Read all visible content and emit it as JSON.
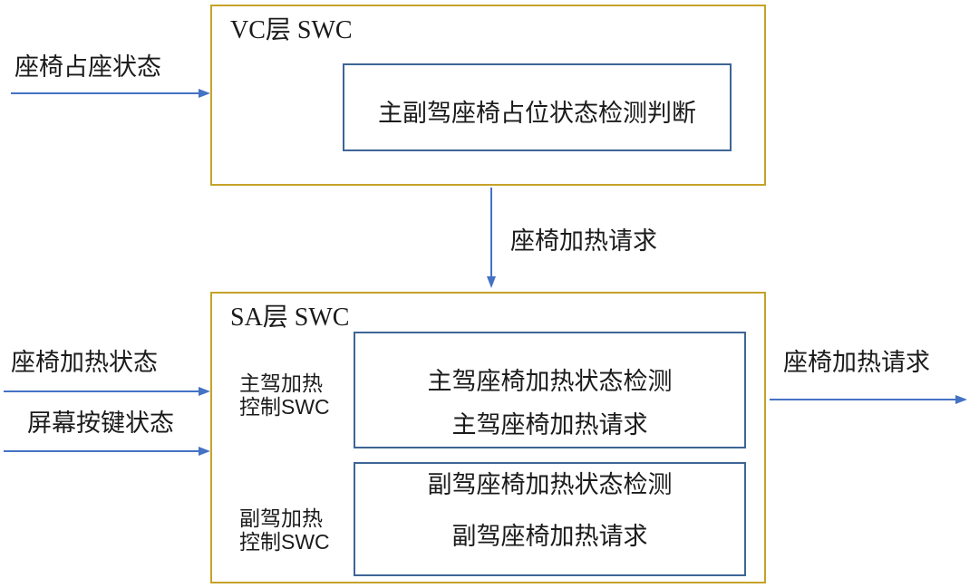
{
  "vc_box": {
    "title": "VC层 SWC",
    "inner_box": {
      "label": "主副驾座椅占位状态检测判断"
    }
  },
  "sa_box": {
    "title": "SA层 SWC",
    "driver_group": {
      "label_line1": "主驾加热",
      "label_line2": "控制SWC",
      "inner_box": {
        "line1": "主驾座椅加热状态检测",
        "line2": "主驾座椅加热请求"
      }
    },
    "passenger_group": {
      "label_line1": "副驾加热",
      "label_line2": "控制SWC",
      "inner_box": {
        "line1": "副驾座椅加热状态检测",
        "line2": "副驾座椅加热请求"
      }
    }
  },
  "arrows": {
    "seat_occupancy_in": {
      "label": "座椅占座状态",
      "direction": "right"
    },
    "seat_heating_request_mid": {
      "label": "座椅加热请求",
      "direction": "down"
    },
    "seat_heating_status_in": {
      "label": "座椅加热状态",
      "direction": "right"
    },
    "screen_button_status_in": {
      "label": "屏幕按键状态",
      "direction": "right"
    },
    "seat_heating_request_out": {
      "label": "座椅加热请求",
      "direction": "right"
    }
  },
  "colors": {
    "outer_border": "#C6A229",
    "inner_border": "#3E6596",
    "arrow": "#4472C4",
    "text": "#1b1b1b",
    "background": "#FFFFFF"
  }
}
